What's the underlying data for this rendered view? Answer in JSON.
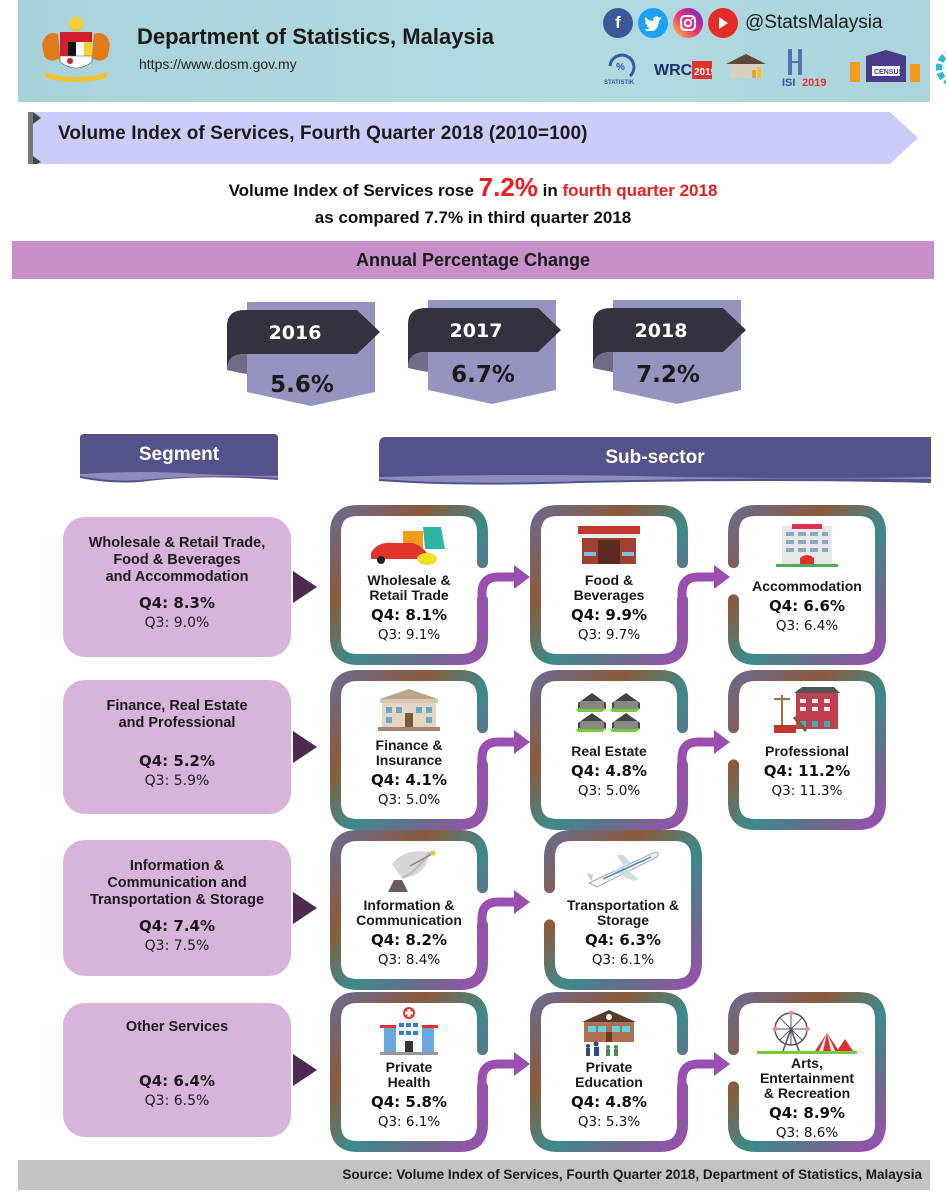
{
  "header": {
    "title": "Department of Statistics, Malaysia",
    "url": "https://www.dosm.gov.my",
    "crest_icon": "malaysia-coat-of-arms-icon",
    "social": [
      {
        "name": "facebook",
        "glyph": "f",
        "color": "#3b5998"
      },
      {
        "name": "twitter",
        "glyph": "t",
        "color": "#1da1f2"
      },
      {
        "name": "instagram",
        "glyph": "◎",
        "color": "#d6249f"
      },
      {
        "name": "youtube",
        "glyph": "▶",
        "color": "#e52d27"
      }
    ],
    "handle": "@StatsMalaysia",
    "logos": [
      {
        "name": "hari-statistik-negara-logo",
        "text": "HARI STATISTIK NEGARA"
      },
      {
        "name": "wrc-2019-logo",
        "text": "WRC 2019"
      },
      {
        "name": "survey-logo",
        "text": ""
      },
      {
        "name": "isi-2019-logo",
        "text": "ISI 2019"
      },
      {
        "name": "census-logo",
        "text": "CENSUS"
      },
      {
        "name": "sdg-logo",
        "text": ""
      }
    ]
  },
  "title": "Volume Index of Services, Fourth Quarter 2018 (2010=100)",
  "headline": {
    "prefix": "Volume Index of Services rose",
    "value": "7.2%",
    "mid": "in",
    "period": "fourth quarter 2018",
    "line2": "as compared 7.7% in third quarter 2018"
  },
  "annual_change": {
    "label": "Annual Percentage Change",
    "years": [
      {
        "year": "2016",
        "value": "5.6%"
      },
      {
        "year": "2017",
        "value": "6.7%"
      },
      {
        "year": "2018",
        "value": "7.2%"
      }
    ]
  },
  "columns": {
    "segment": "Segment",
    "subsector": "Sub-sector"
  },
  "segments": [
    {
      "name_lines": [
        "Wholesale & Retail Trade,",
        "Food & Beverages",
        "and Accommodation"
      ],
      "q4": "Q4: 8.3%",
      "q3": "Q3: 9.0%",
      "subsectors": [
        {
          "icon": "shopping-bags-car-icon",
          "name_lines": [
            "Wholesale &",
            "Retail Trade"
          ],
          "q4": "Q4: 8.1%",
          "q3": "Q3: 9.1%"
        },
        {
          "icon": "restaurant-icon",
          "name_lines": [
            "Food &",
            "Beverages"
          ],
          "q4": "Q4: 9.9%",
          "q3": "Q3: 9.7%"
        },
        {
          "icon": "hotel-icon",
          "name_lines": [
            "Accommodation"
          ],
          "q4": "Q4: 6.6%",
          "q3": "Q3: 6.4%"
        }
      ]
    },
    {
      "name_lines": [
        "Finance, Real Estate",
        "and Professional"
      ],
      "q4": "Q4: 5.2%",
      "q3": "Q3: 5.9%",
      "subsectors": [
        {
          "icon": "bank-icon",
          "name_lines": [
            "Finance &",
            "Insurance"
          ],
          "q4": "Q4: 4.1%",
          "q3": "Q3: 5.0%"
        },
        {
          "icon": "houses-icon",
          "name_lines": [
            "Real Estate"
          ],
          "q4": "Q4: 4.8%",
          "q3": "Q3: 5.0%"
        },
        {
          "icon": "law-office-icon",
          "name_lines": [
            "Professional"
          ],
          "q4": "Q4: 11.2%",
          "q3": "Q3: 11.3%"
        }
      ]
    },
    {
      "name_lines": [
        "Information &",
        "Communication and",
        "Transportation & Storage"
      ],
      "q4": "Q4: 7.4%",
      "q3": "Q3: 7.5%",
      "subsectors": [
        {
          "icon": "satellite-dish-icon",
          "name_lines": [
            "Information &",
            "Communication"
          ],
          "q4": "Q4: 8.2%",
          "q3": "Q3: 8.4%"
        },
        {
          "icon": "airplane-icon",
          "name_lines": [
            "Transportation &",
            "Storage"
          ],
          "q4": "Q4: 6.3%",
          "q3": "Q3: 6.1%"
        }
      ]
    },
    {
      "name_lines": [
        "Other Services"
      ],
      "q4": "Q4: 6.4%",
      "q3": "Q3: 6.5%",
      "subsectors": [
        {
          "icon": "hospital-icon",
          "name_lines": [
            "Private",
            "Health"
          ],
          "q4": "Q4: 5.8%",
          "q3": "Q3: 6.1%"
        },
        {
          "icon": "school-icon",
          "name_lines": [
            "Private",
            "Education"
          ],
          "q4": "Q4: 4.8%",
          "q3": "Q3: 5.3%"
        },
        {
          "icon": "ferris-wheel-icon",
          "name_lines": [
            "Arts,",
            "Entertainment",
            "& Recreation"
          ],
          "q4": "Q4: 8.9%",
          "q3": "Q3: 8.6%"
        }
      ]
    }
  ],
  "source": "Source: Volume Index of Services, Fourth Quarter 2018, Department of Statistics, Malaysia",
  "colors": {
    "header_bg": "#afd6de",
    "title_banner": "#ccccfa",
    "annual_bar": "#c98fc8",
    "year_card": "#9594c0",
    "year_ribbon": "#33323f",
    "column_header": "#54528a",
    "segment_bg": "#d8b4dc",
    "segment_arrow": "#4e2a52",
    "highlight_red": "#ee1c1c",
    "source_bar": "#c3c3c3"
  }
}
